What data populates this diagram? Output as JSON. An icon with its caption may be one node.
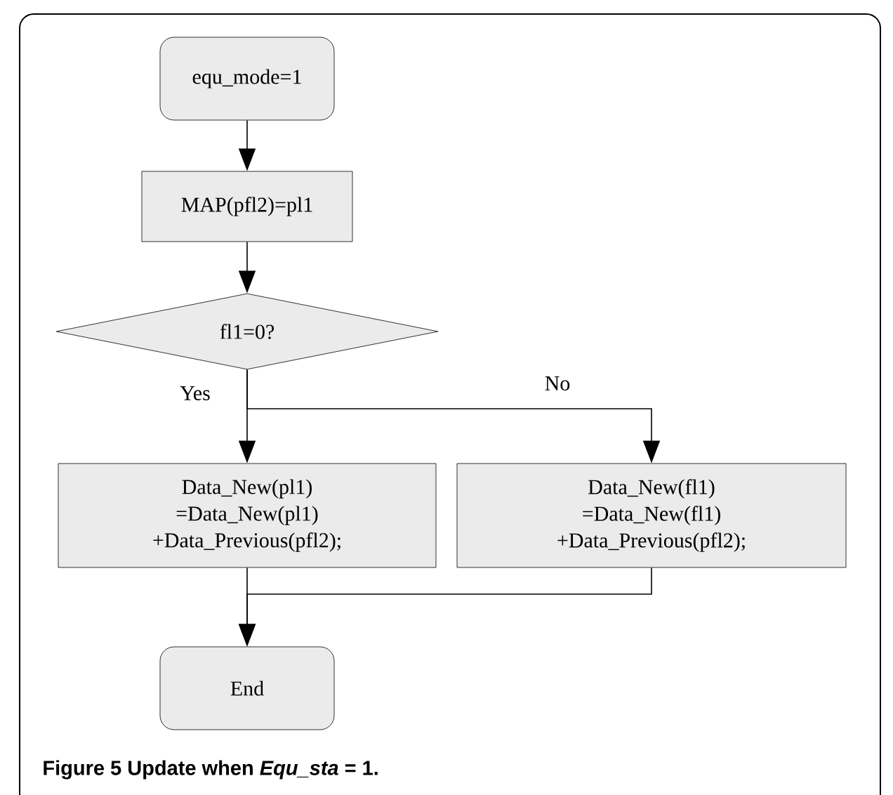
{
  "diagram": {
    "caption": "Figure 5 Update when *Equ_sta* = 1.",
    "nodes": [
      {
        "text": [
          "equ_mode=1"
        ]
      },
      {
        "text": [
          "MAP(pfl2)=pl1"
        ]
      },
      {
        "text": [
          "fl1=0?"
        ]
      },
      {
        "text": [
          "Data_New(pl1) =Data_New(pl1) +Data_Previous(pfl2);"
        ]
      },
      {
        "text": [
          "Data_New(fl1) =Data_New(fl1) +Data_Previous(pfl2);"
        ]
      },
      {
        "text": [
          "End"
        ]
      }
    ],
    "edges": [
      {
        "from": 0,
        "to": 1,
        "arrow": "to"
      },
      {
        "from": 1,
        "to": 2,
        "arrow": "to"
      },
      {
        "from": 2,
        "to": 3,
        "arrow": "to",
        "label": "Yes"
      },
      {
        "from": 2,
        "to": 4,
        "arrow": "to",
        "label": "No"
      },
      {
        "from": 3,
        "to": 5,
        "arrow": "to"
      },
      {
        "from": 4,
        "to": 5,
        "arrow": "to"
      }
    ]
  }
}
